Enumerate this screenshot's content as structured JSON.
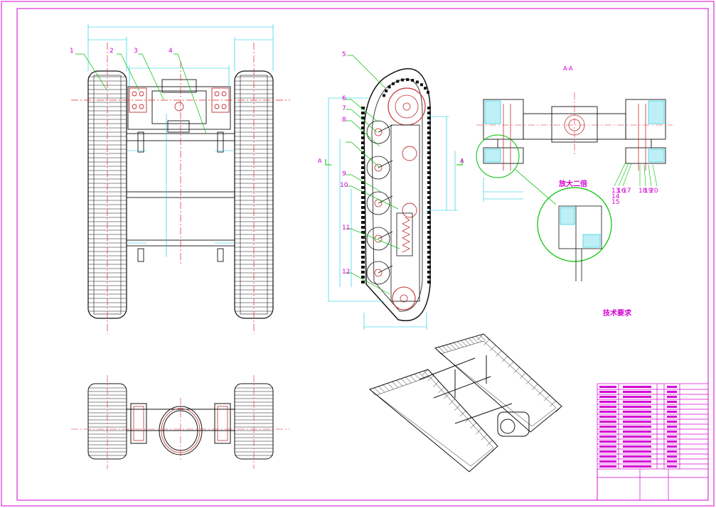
{
  "colors": {
    "frame": "#d400d4",
    "outline": "#111111",
    "centerline": "#e0202a",
    "dimension": "#00c8e0",
    "leader": "#00c000",
    "wheel": "#c03030"
  },
  "balloons_top": [
    "1",
    "2",
    "3",
    "4"
  ],
  "balloons_side": [
    "5",
    "6",
    "7",
    "8",
    "9",
    "10",
    "11",
    "12"
  ],
  "balloons_section": [
    "13",
    "14",
    "15",
    "16",
    "17",
    "18",
    "19",
    "20"
  ],
  "section_label": "A-A",
  "cut_mark_left": "A",
  "cut_mark_right": "A",
  "detail_label": "放大二倍",
  "tech_req": {
    "title": "技术要求"
  }
}
